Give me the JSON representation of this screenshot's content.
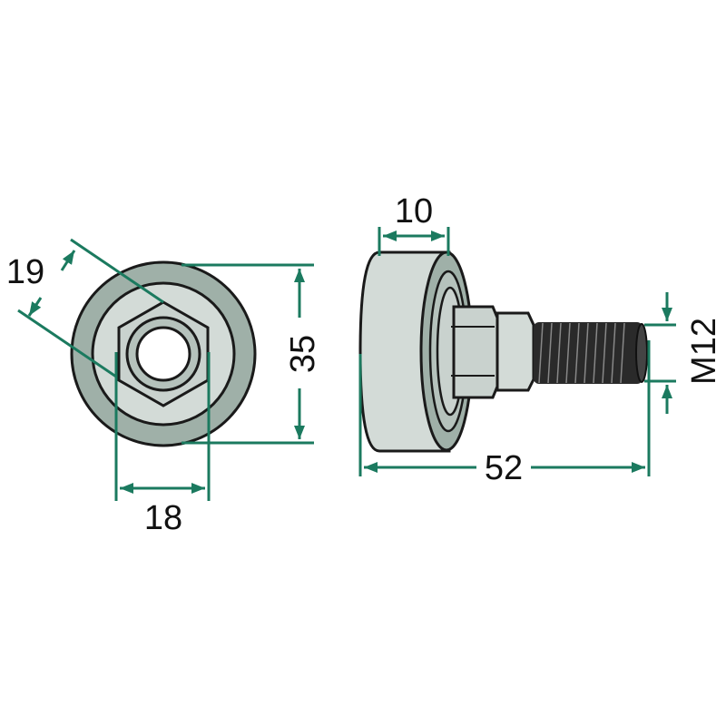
{
  "colors": {
    "dimension": "#1b7a5f",
    "part_light": "#d3dbd7",
    "part_dark": "#9fb0a8",
    "outline": "#1a1a1a"
  },
  "dimensions": {
    "across_flats_diagonal": "19",
    "nut_width": "18",
    "outer_diameter": "35",
    "wheel_width": "10",
    "overall_length": "52",
    "thread": "M12"
  }
}
